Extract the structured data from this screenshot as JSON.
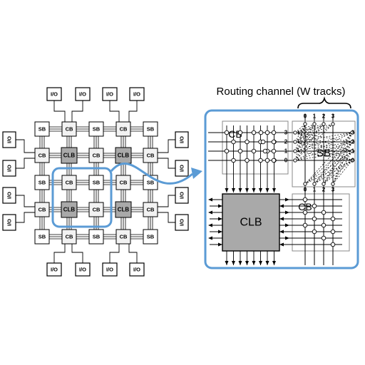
{
  "fpga": {
    "io_label": "I/O",
    "sb_label": "SB",
    "cb_label": "CB",
    "clb_label": "CLB"
  },
  "zoom": {
    "title": "Routing channel (W tracks)",
    "sb_label": "SB",
    "cb_top_label": "CB",
    "cb_bottom_label": "CB",
    "clb_label": "CLB",
    "track_numbers": [
      "0",
      "1",
      "2",
      "3"
    ]
  },
  "colors": {
    "accent": "#5b9bd5",
    "clb_fill": "#a9a9a9",
    "cb_fill": "#f2f2f2",
    "line": "#000000"
  }
}
